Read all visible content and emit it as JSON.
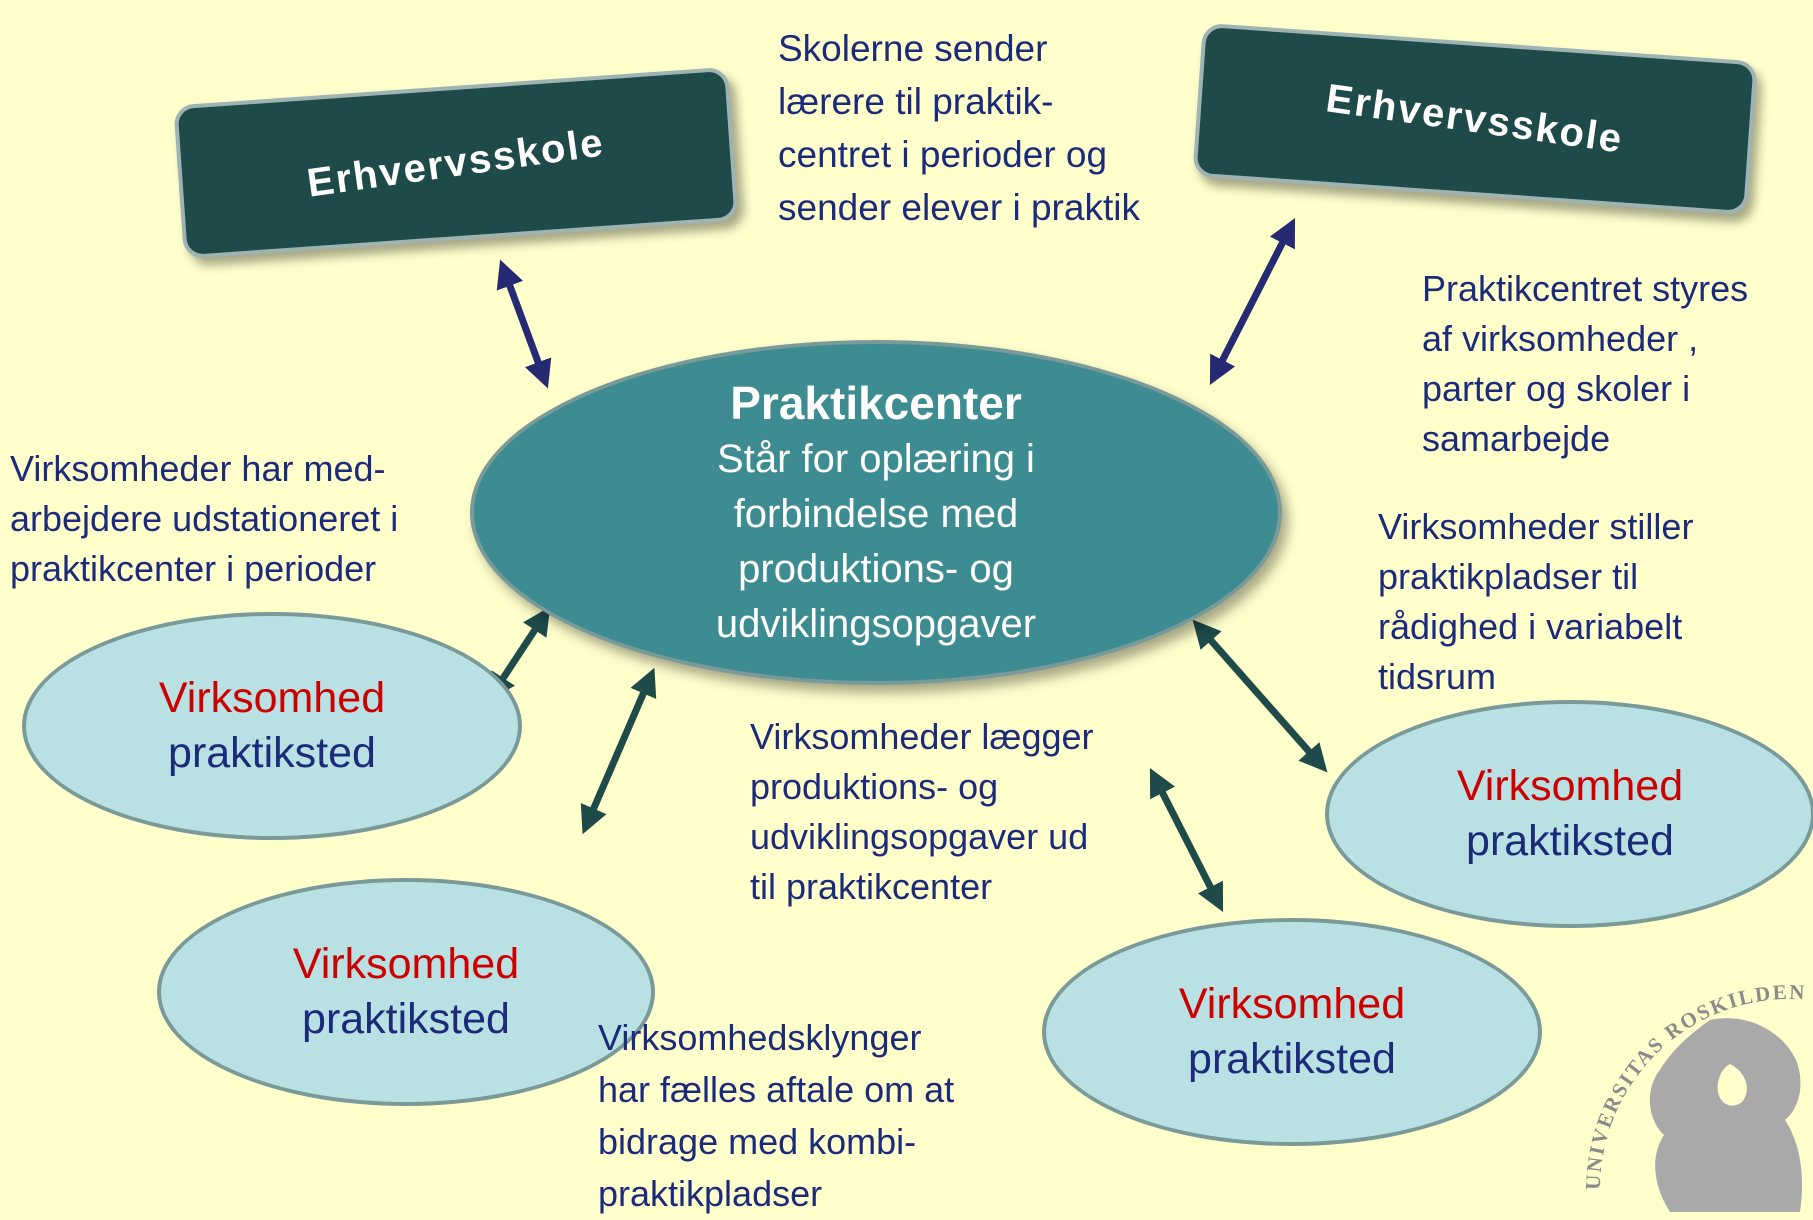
{
  "colors": {
    "background": "#ffffcc",
    "school_box": "#1f4a4a",
    "center_ellipse": "#3d8c91",
    "firm_ellipse": "#b9e1e3",
    "firm_name": "#cc0000",
    "note_text": "#1c2a7a",
    "arrow_navy": "#262a73",
    "arrow_teal": "#1f4a4a"
  },
  "schools": [
    {
      "label": "Erhvervsskole"
    },
    {
      "label": "Erhvervsskole"
    }
  ],
  "center": {
    "title": "Praktikcenter",
    "body": "Står for oplæring i\nforbindelse med\nproduktions- og\nudviklingsopgaver"
  },
  "firms": [
    {
      "name": "Virksomhed",
      "role": "praktiksted"
    },
    {
      "name": "Virksomhed",
      "role": "praktiksted"
    },
    {
      "name": "Virksomhed",
      "role": "praktiksted"
    },
    {
      "name": "Virksomhed",
      "role": "praktiksted"
    }
  ],
  "notes": {
    "schools_send": "Skolerne sender\nlærere til praktik-\ncentret i perioder og\nsender elever i praktik",
    "governance": "Praktikcentret styres\naf virksomheder ,\nparter og skoler i\nsamarbejde",
    "staff_stationed": "Virksomheder har med-\narbejdere udstationeret i\npraktikcenter i perioder",
    "placements": "Virksomheder stiller\npraktikpladser til\nrådighed i variabelt\ntidsrum",
    "tasks": "Virksomheder lægger\nproduktions- og\nudviklingsopgaver ud\ntil praktikcenter",
    "clusters": "Virksomhedsklynger\nhar fælles aftale om at\nbidrage med kombi-\npraktikpladser"
  },
  "logo": {
    "icon": "university-seal-icon",
    "text": "UNIVERSITAS ROSKILDENSIS · IN TRANQUILLO"
  }
}
